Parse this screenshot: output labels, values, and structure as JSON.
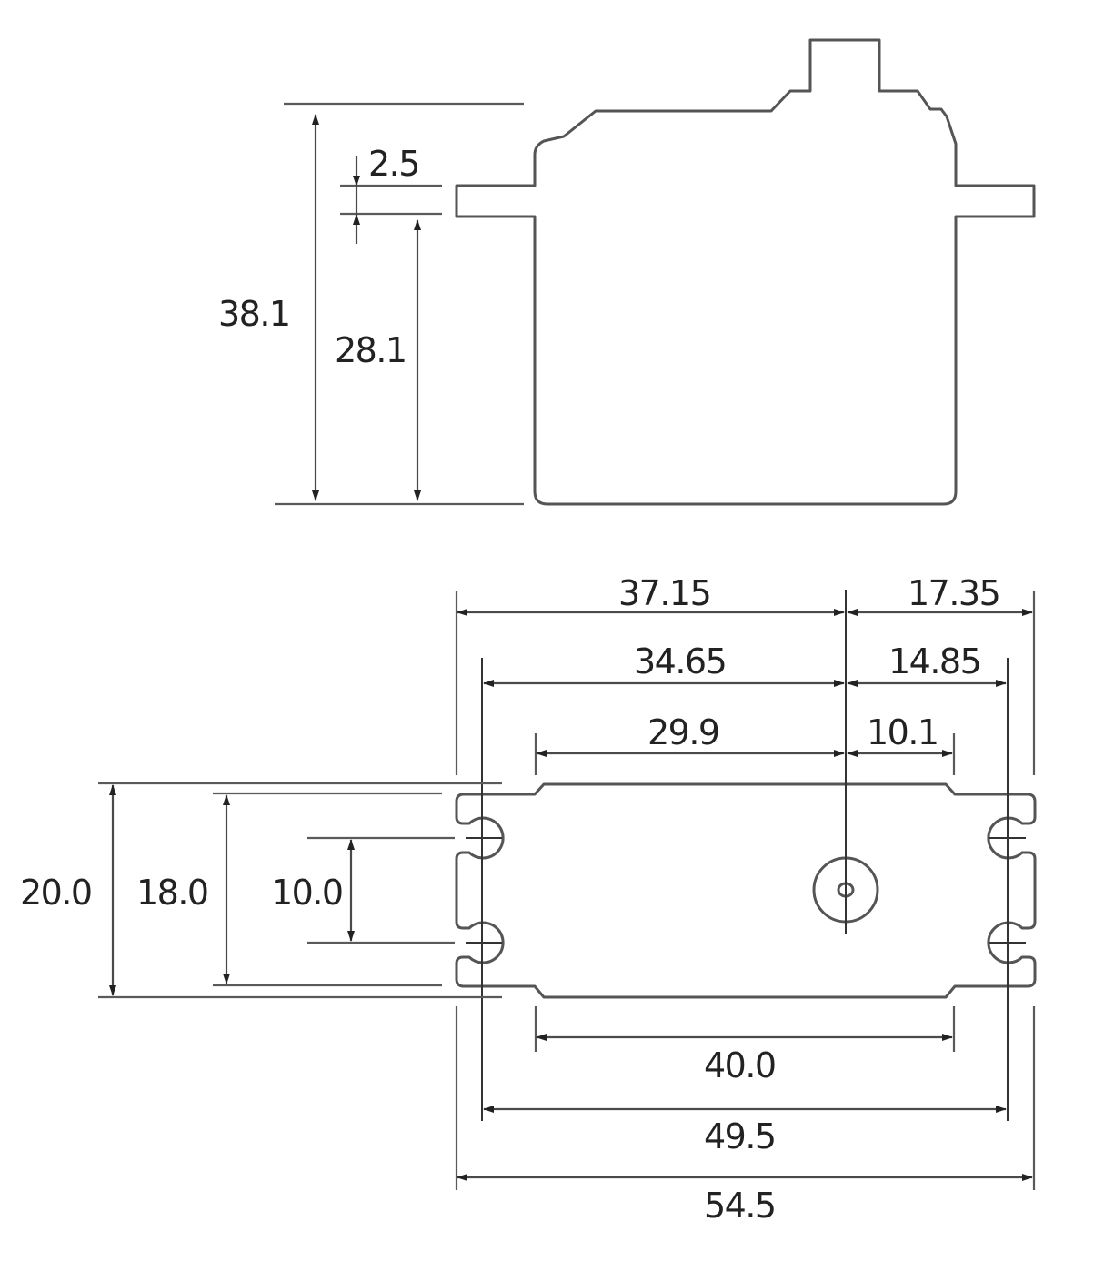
{
  "diagram": {
    "type": "servo-dimension-drawing",
    "units": "mm",
    "side_view": {
      "dimensions": {
        "total_height": "38.1",
        "below_flange": "28.1",
        "flange_thickness": "2.5"
      }
    },
    "top_view": {
      "dimensions": {
        "to_shaft_outer": "37.15",
        "shaft_to_edge_outer": "17.35",
        "to_shaft_hole": "34.65",
        "shaft_to_hole": "14.85",
        "to_shaft_body": "29.9",
        "shaft_to_body": "10.1",
        "total_width": "20.0",
        "body_width": "18.0",
        "hole_spacing": "10.0",
        "body_length": "40.0",
        "hole_pitch": "49.5",
        "total_length": "54.5"
      }
    },
    "colors": {
      "line": "#555555",
      "text": "#222222",
      "background": "#ffffff"
    }
  }
}
